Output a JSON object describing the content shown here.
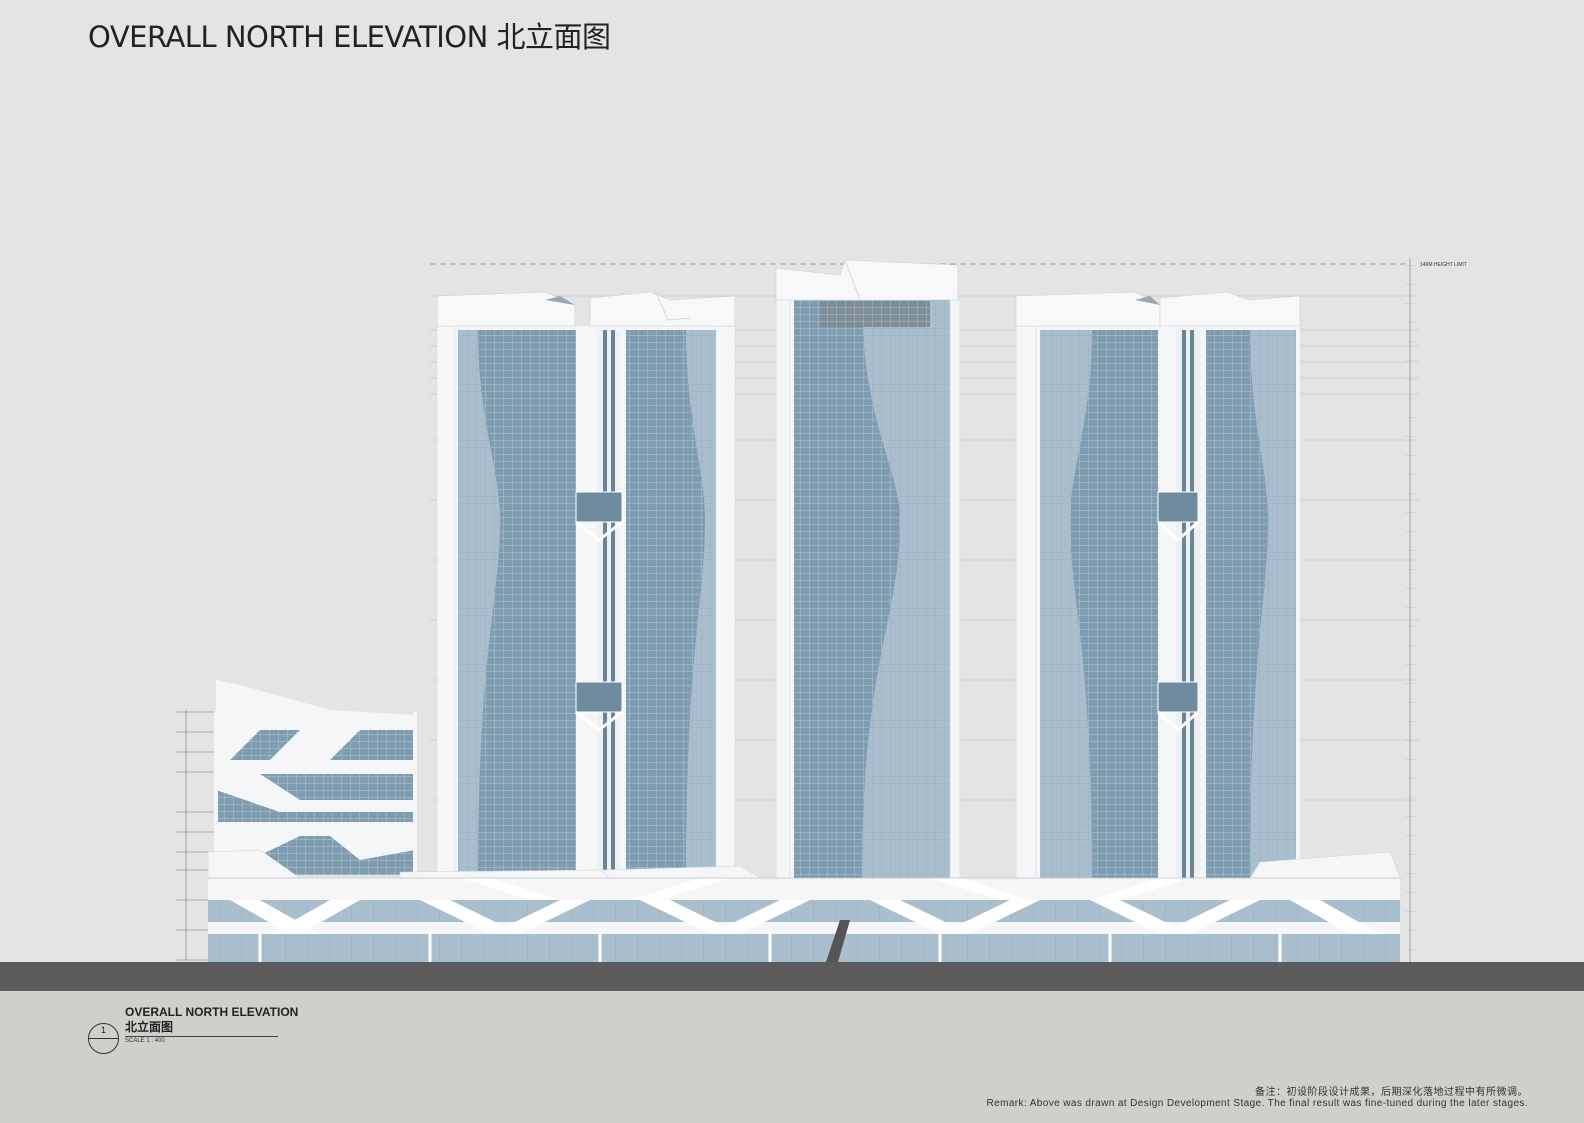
{
  "sheet": {
    "title": "OVERALL NORTH ELEVATION 北立面图"
  },
  "drawing": {
    "height_limit_label": "149M HEIGHT LIMIT",
    "colors": {
      "background": "#e4e4e4",
      "glass": "#7f9db0",
      "glass_light": "#a9bfcd",
      "frame": "#f4f6f7",
      "ground": "#5b5b5b",
      "footer": "#cfcfcb"
    },
    "buildings": [
      "left-tower",
      "center-tower",
      "right-tower",
      "left-annex-block",
      "podium"
    ]
  },
  "caption": {
    "number": "1",
    "title": "OVERALL NORTH ELEVATION",
    "subtitle": "北立面图",
    "scale": "SCALE 1 : 400"
  },
  "remarks": {
    "cn": "备注：初设阶段设计成果，后期深化落地过程中有所微调。",
    "en": "Remark: Above was drawn at Design Development Stage. The final result was fine-tuned during the later stages."
  }
}
